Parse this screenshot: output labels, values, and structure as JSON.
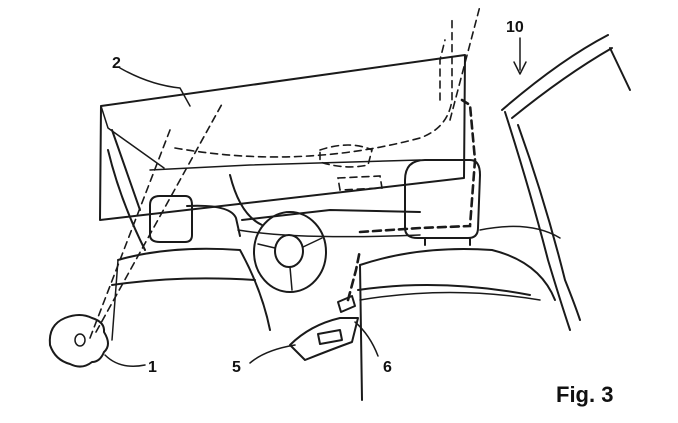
{
  "labels": {
    "label_1": "1",
    "label_2": "2",
    "label_5": "5",
    "label_6": "6",
    "label_10": "10"
  },
  "caption": "Fig. 3"
}
